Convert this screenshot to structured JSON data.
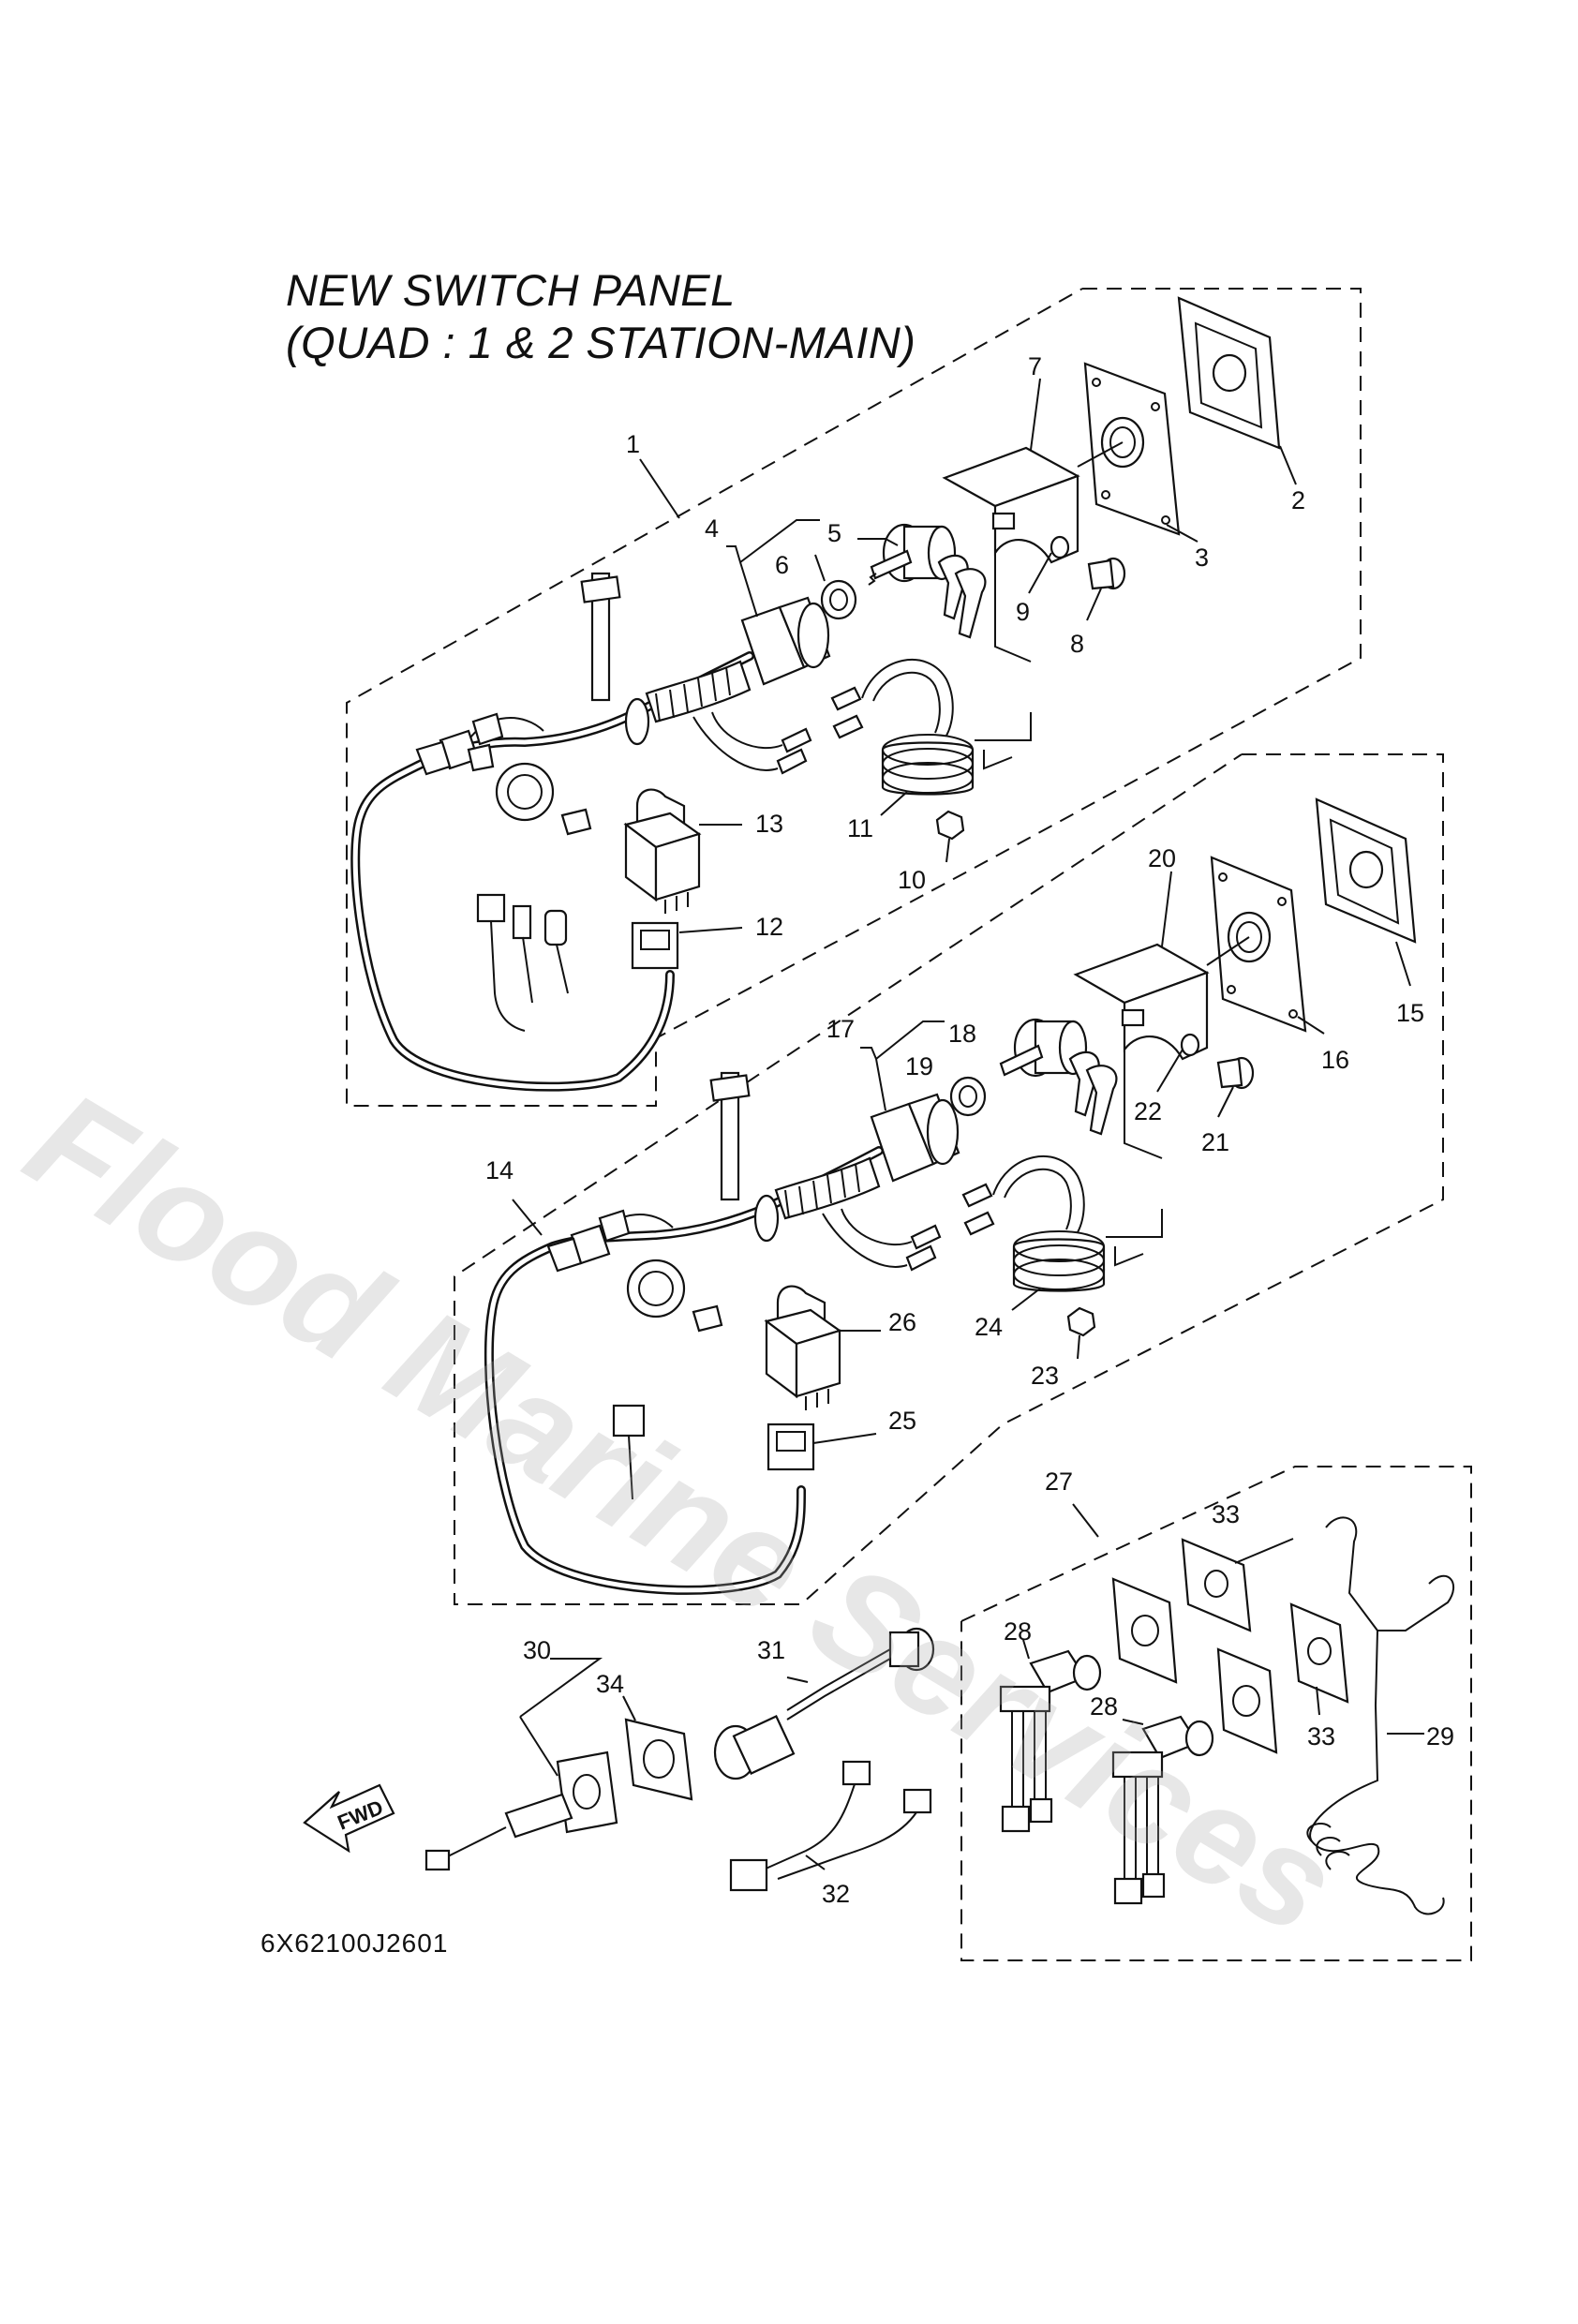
{
  "title": {
    "line1": "NEW SWITCH PANEL",
    "line2": "(QUAD : 1 & 2 STATION-MAIN)"
  },
  "watermark": "Flood Marine Services",
  "drawing_code": "6X62100J2601",
  "fwd_label": "FWD",
  "callouts": [
    "1",
    "2",
    "3",
    "4",
    "5",
    "6",
    "7",
    "8",
    "9",
    "10",
    "11",
    "12",
    "13",
    "14",
    "15",
    "16",
    "17",
    "18",
    "19",
    "20",
    "21",
    "22",
    "23",
    "24",
    "25",
    "26",
    "27",
    "28",
    "28",
    "29",
    "30",
    "31",
    "32",
    "33",
    "33",
    "34"
  ]
}
